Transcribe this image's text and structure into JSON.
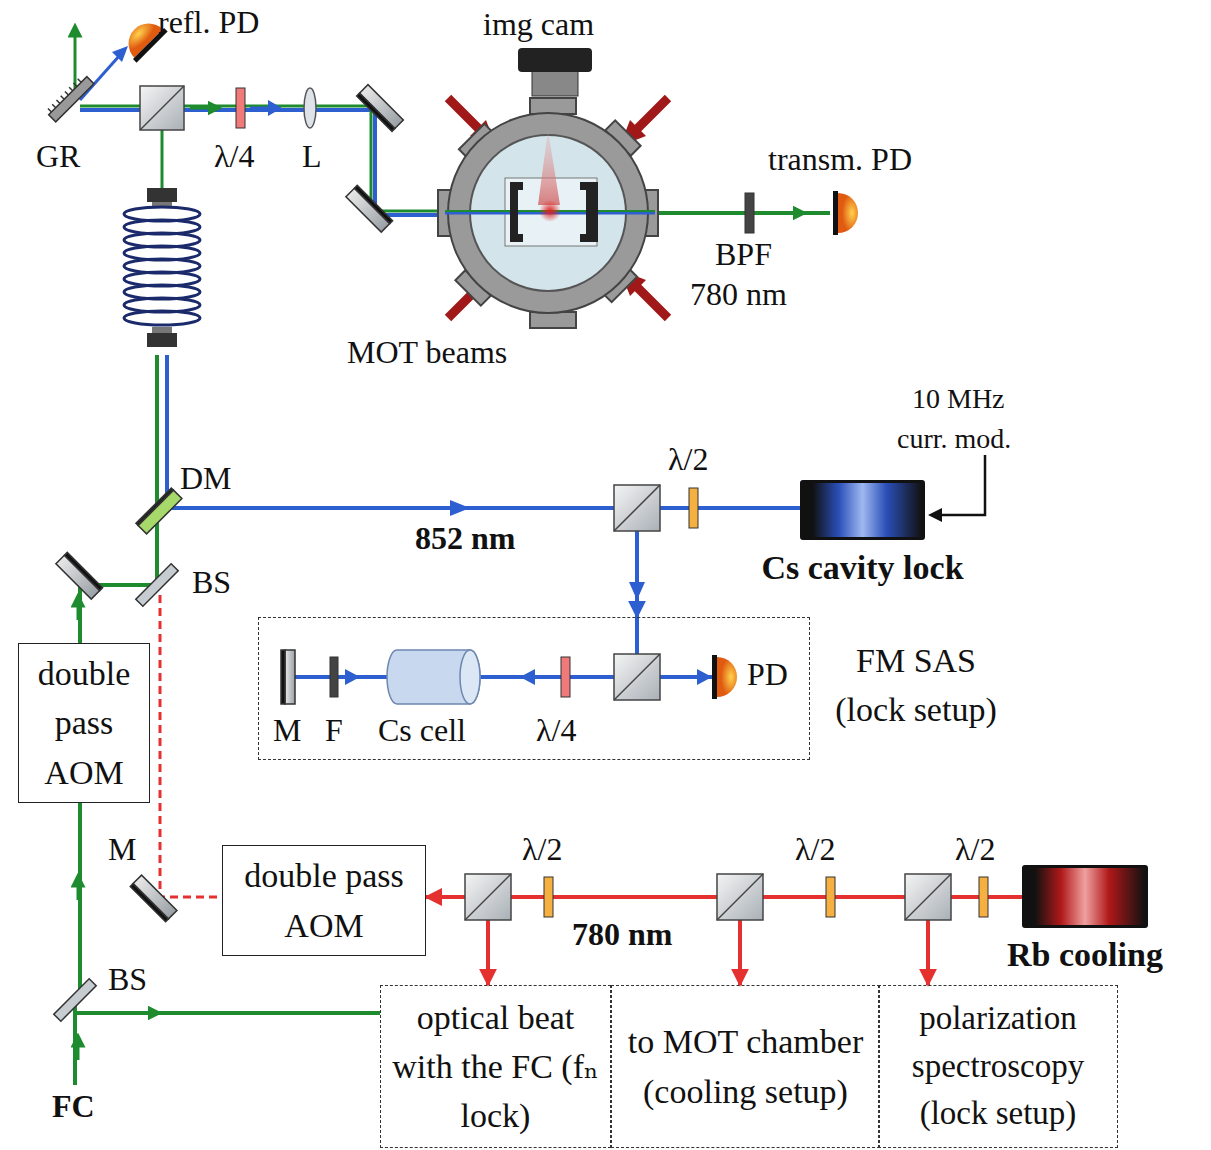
{
  "diagram": {
    "nodes": [
      {
        "text": [
          "double pass AOM"
        ]
      },
      {
        "text": [
          "Cs cavity lock"
        ]
      },
      {
        "text": [
          "FM SAS (lock setup)"
        ]
      },
      {
        "text": [
          "double pass AOM"
        ]
      },
      {
        "text": [
          "Rb cooling"
        ]
      },
      {
        "text": [
          "optical beat with the FC (fₙ lock)"
        ]
      },
      {
        "text": [
          "to MOT chamber (cooling setup)"
        ]
      },
      {
        "text": [
          "polarization spectroscopy (lock setup)"
        ]
      }
    ],
    "edges": [
      {
        "from": 1,
        "to": 2,
        "arrow": "to"
      },
      {
        "from": 4,
        "to": 3,
        "arrow": "to"
      },
      {
        "from": 4,
        "to": 7,
        "arrow": "to"
      },
      {
        "from": 4,
        "to": 6,
        "arrow": "to"
      },
      {
        "from": 4,
        "to": 5,
        "arrow": "to"
      }
    ],
    "labels": [
      "refl. PD",
      "img cam",
      "GR",
      "λ/4",
      "L",
      "transm. PD",
      "BPF",
      "780 nm",
      "MOT beams",
      "10 MHz",
      "curr. mod.",
      "DM",
      "852 nm",
      "λ/2",
      "BS",
      "M",
      "F",
      "Cs cell",
      "λ/4",
      "PD",
      "M",
      "λ/2",
      "λ/2",
      "λ/2",
      "780 nm",
      "BS",
      "FC"
    ]
  }
}
